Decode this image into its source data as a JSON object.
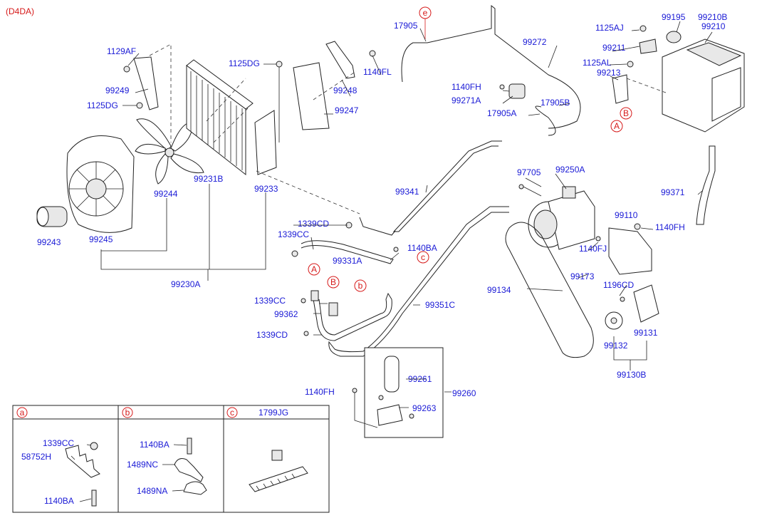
{
  "header": {
    "code": "(D4DA)"
  },
  "parts": {
    "p1129AF": "1129AF",
    "p99249": "99249",
    "p1125DG_a": "1125DG",
    "p1125DG_b": "1125DG",
    "p99244": "99244",
    "p99243": "99243",
    "p99245": "99245",
    "p99231B": "99231B",
    "p99233": "99233",
    "p99230A": "99230A",
    "p99248": "99248",
    "p1140FL": "1140FL",
    "p99247": "99247",
    "p17905_top": "17905",
    "p99272": "99272",
    "p1140FH_a": "1140FH",
    "p99271A": "99271A",
    "p17905A": "17905A",
    "p17905B": "17905B",
    "p1125AJ": "1125AJ",
    "p99195": "99195",
    "p99210B": "99210B",
    "p99210": "99210",
    "p99211": "99211",
    "p1125AL": "1125AL",
    "p99213": "99213",
    "p99371": "99371",
    "p97705": "97705",
    "p99250A": "99250A",
    "p99341": "99341",
    "p1339CD_a": "1339CD",
    "p1339CC_a": "1339CC",
    "p99331A": "99331A",
    "p1140BA_a": "1140BA",
    "p99110": "99110",
    "p1140FH_b": "1140FH",
    "p1140FJ": "1140FJ",
    "p99173": "99173",
    "p99134": "99134",
    "p1196CD": "1196CD",
    "p99131": "99131",
    "p99132": "99132",
    "p99130B": "99130B",
    "p1339CC_b": "1339CC",
    "p99362": "99362",
    "p1339CD_b": "1339CD",
    "p99351C": "99351C",
    "p99261": "99261",
    "p99260": "99260",
    "p1140FH_c": "1140FH",
    "p99263": "99263"
  },
  "callouts": {
    "e": "e",
    "A1": "A",
    "B1": "B",
    "A2": "A",
    "B2": "B",
    "b": "b",
    "c": "c"
  },
  "detail_table": {
    "col_a": {
      "key": "a",
      "parts": {
        "p1339CC": "1339CC",
        "p58752H": "58752H",
        "p1140BA": "1140BA"
      }
    },
    "col_b": {
      "key": "b",
      "parts": {
        "p1140BA": "1140BA",
        "p1489NC": "1489NC",
        "p1489NA": "1489NA"
      }
    },
    "col_c": {
      "key": "c",
      "title": "1799JG"
    }
  },
  "colors": {
    "label": "#1a1ad6",
    "callout": "#d61a1a",
    "line": "#222222"
  }
}
